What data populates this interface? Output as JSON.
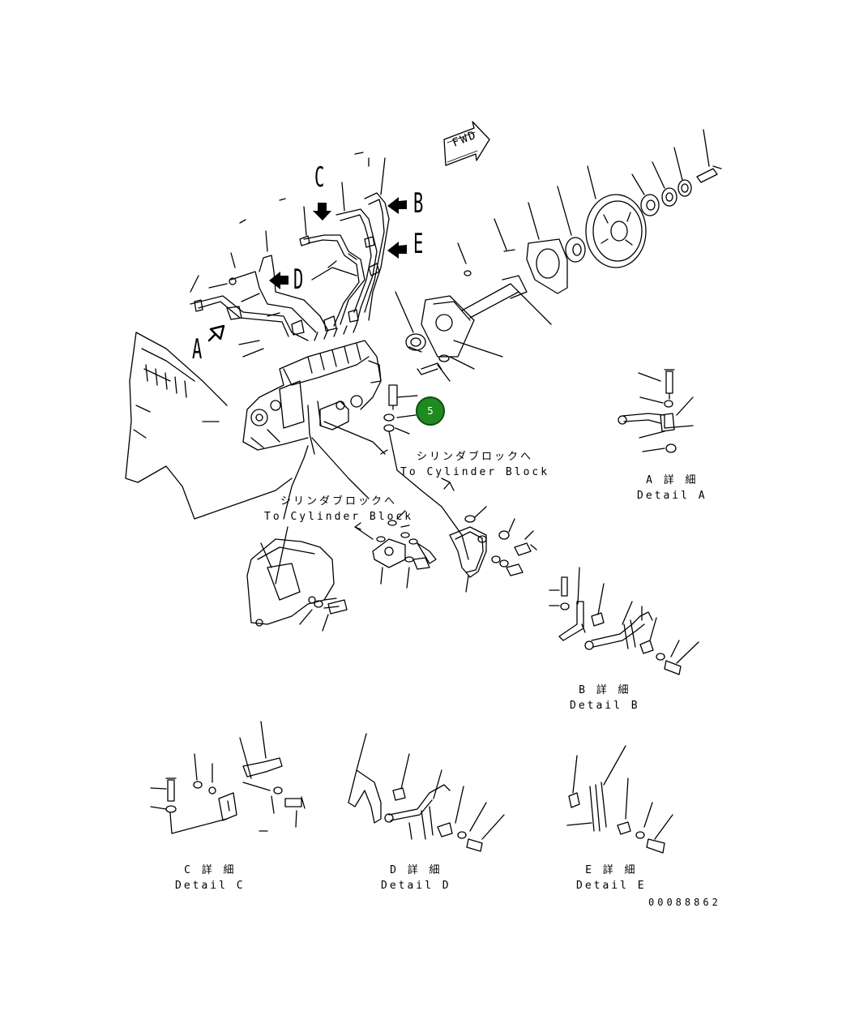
{
  "diagram": {
    "fwd_label": "FWD",
    "view_letters": {
      "a": "A",
      "b": "B",
      "c": "C",
      "d": "D",
      "e": "E"
    },
    "callout_marker": "5",
    "cylinder_block_1": {
      "ja": "シリンダブロックへ",
      "en": "To Cylinder Block"
    },
    "cylinder_block_2": {
      "ja": "シリンダブロックへ",
      "en": "To Cylinder Block"
    },
    "details": {
      "a": {
        "ja": "A 詳 細",
        "en": "Detail A"
      },
      "b": {
        "ja": "B 詳 細",
        "en": "Detail B"
      },
      "c": {
        "ja": "C 詳 細",
        "en": "Detail C"
      },
      "d": {
        "ja": "D 詳 細",
        "en": "Detail D"
      },
      "e": {
        "ja": "E 詳 細",
        "en": "Detail E"
      }
    },
    "drawing_number": "00088862",
    "colors": {
      "line": "#000000",
      "marker_fill": "#1f8a1f",
      "background": "#ffffff"
    }
  }
}
